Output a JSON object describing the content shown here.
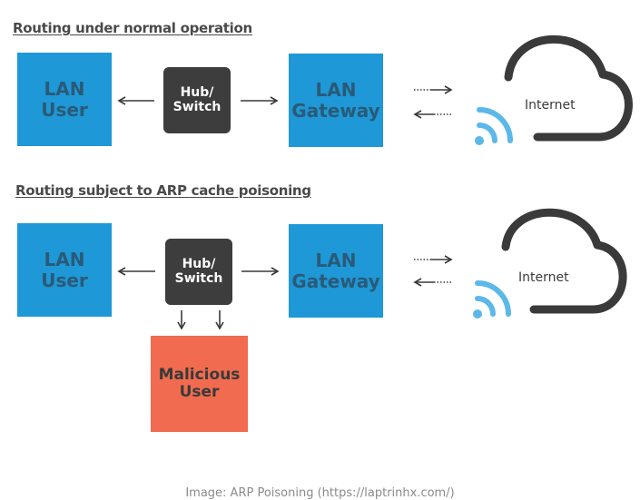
{
  "normal": {
    "heading": "Routing under normal operation",
    "lan_user": "LAN\nUser",
    "hub_switch": "Hub/\nSwitch",
    "lan_gateway": "LAN\nGateway",
    "internet": "Internet"
  },
  "poisoned": {
    "heading": "Routing subject to ARP cache poisoning",
    "lan_user": "LAN\nUser",
    "hub_switch": "Hub/\nSwitch",
    "lan_gateway": "LAN\nGateway",
    "internet": "Internet",
    "malicious_user": "Malicious\nUser"
  },
  "caption": "Image: ARP Poisoning (https://laptrinhx.com/)",
  "colors": {
    "lan_box": "#1e98d6",
    "hub_box": "#3d3d3d",
    "malicious_box": "#f06b4f",
    "cloud_outline": "#3a3a3a",
    "wifi": "#5bb8e8"
  }
}
